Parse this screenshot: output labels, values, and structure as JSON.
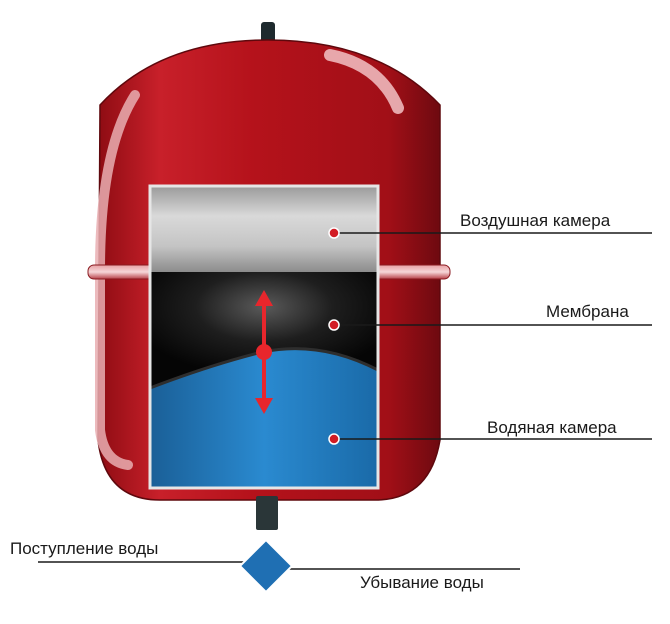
{
  "labels": {
    "air_chamber": "Воздушная камера",
    "membrane": "Мембрана",
    "water_chamber": "Водяная камера",
    "water_inflow": "Поступление воды",
    "water_outflow": "Убывание воды"
  },
  "colors": {
    "tank_red": "#b5121b",
    "tank_dark": "#7a0a10",
    "air_gray": "#b8b8b8",
    "membrane_black": "#0d0d0d",
    "water_blue": "#1f7fc0",
    "arrow_red": "#e8262c",
    "valve_blue": "#1f6fb3"
  }
}
